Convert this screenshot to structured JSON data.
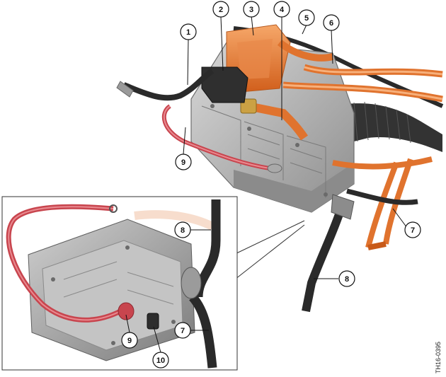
{
  "callouts": {
    "c1": "1",
    "c2": "2",
    "c3": "3",
    "c4": "4",
    "c5": "5",
    "c6": "6",
    "c7_main": "7",
    "c8_main": "8",
    "c9_main": "9",
    "c8_inset": "8",
    "c7_inset": "7",
    "c9_inset": "9",
    "c10_inset": "10"
  },
  "reference_code": "TH16-0395",
  "colors": {
    "orange": "#e0732e",
    "orange_light": "#f4a56a",
    "black_hose": "#2a2a2a",
    "red_cable": "#c8454e",
    "housing": "#b9b9b9",
    "housing_dark": "#7d7d7d"
  }
}
